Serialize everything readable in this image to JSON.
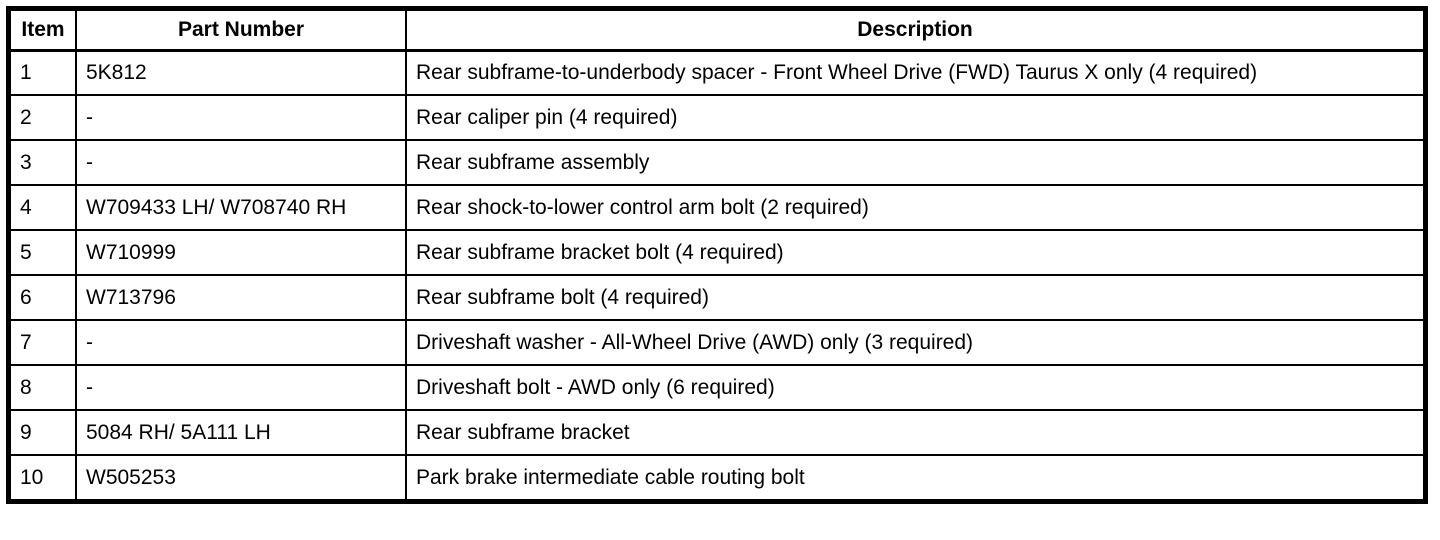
{
  "colors": {
    "border": "#000000",
    "background": "#ffffff",
    "text": "#000000"
  },
  "table": {
    "headers": {
      "item": "Item",
      "part_number": "Part Number",
      "description": "Description"
    },
    "rows": [
      {
        "item": "1",
        "part_number": "5K812",
        "description": "Rear subframe-to-underbody spacer - Front Wheel Drive (FWD) Taurus X only (4 required)"
      },
      {
        "item": "2",
        "part_number": "-",
        "description": "Rear caliper pin (4 required)"
      },
      {
        "item": "3",
        "part_number": "-",
        "description": "Rear subframe assembly"
      },
      {
        "item": "4",
        "part_number": "W709433 LH/ W708740 RH",
        "description": "Rear shock-to-lower control arm bolt (2 required)"
      },
      {
        "item": "5",
        "part_number": "W710999",
        "description": "Rear subframe bracket bolt (4 required)"
      },
      {
        "item": "6",
        "part_number": "W713796",
        "description": "Rear subframe bolt (4 required)"
      },
      {
        "item": "7",
        "part_number": "-",
        "description": "Driveshaft washer - All-Wheel Drive (AWD) only (3 required)"
      },
      {
        "item": "8",
        "part_number": "-",
        "description": "Driveshaft bolt - AWD only (6 required)"
      },
      {
        "item": "9",
        "part_number": "5084 RH/ 5A111 LH",
        "description": "Rear subframe bracket"
      },
      {
        "item": "10",
        "part_number": "W505253",
        "description": "Park brake intermediate cable routing bolt"
      }
    ]
  }
}
